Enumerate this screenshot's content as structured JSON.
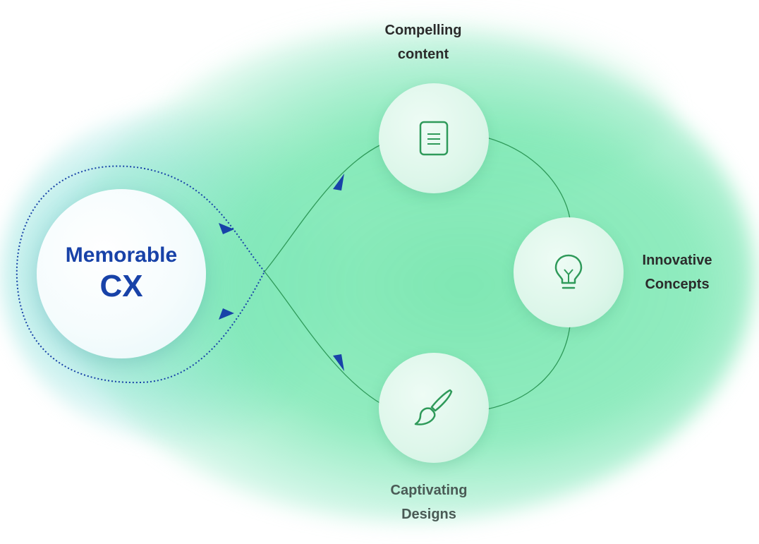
{
  "center": {
    "line1": "Memorable",
    "line2": "CX"
  },
  "steps": [
    {
      "id": "content",
      "line1": "Compelling",
      "line2": "content",
      "icon": "document-icon"
    },
    {
      "id": "concepts",
      "line1": "Innovative",
      "line2": "Concepts",
      "icon": "lightbulb-icon"
    },
    {
      "id": "designs",
      "line1": "Captivating",
      "line2": "Designs",
      "icon": "paintbrush-icon"
    }
  ],
  "colors": {
    "accent_blue": "#1842a8",
    "flow_green": "#2f9a5a",
    "glow_green": "#7de6b4",
    "glow_teal": "#a0e6e0"
  }
}
